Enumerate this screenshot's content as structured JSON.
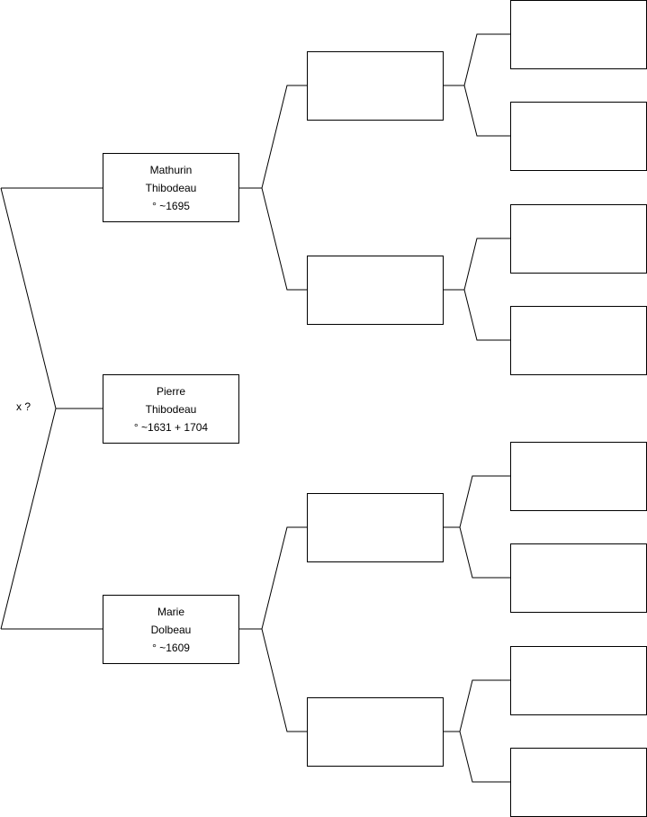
{
  "tree": {
    "marriage_label": "x ?",
    "subject": {
      "name_first": "Pierre",
      "name_last": "Thibodeau",
      "dates": "° ~1631 + 1704"
    },
    "father": {
      "name_first": "Mathurin",
      "name_last": "Thibodeau",
      "dates": "° ~1695"
    },
    "mother": {
      "name_first": "Marie",
      "name_last": "Dolbeau",
      "dates": "° ~1609"
    }
  }
}
